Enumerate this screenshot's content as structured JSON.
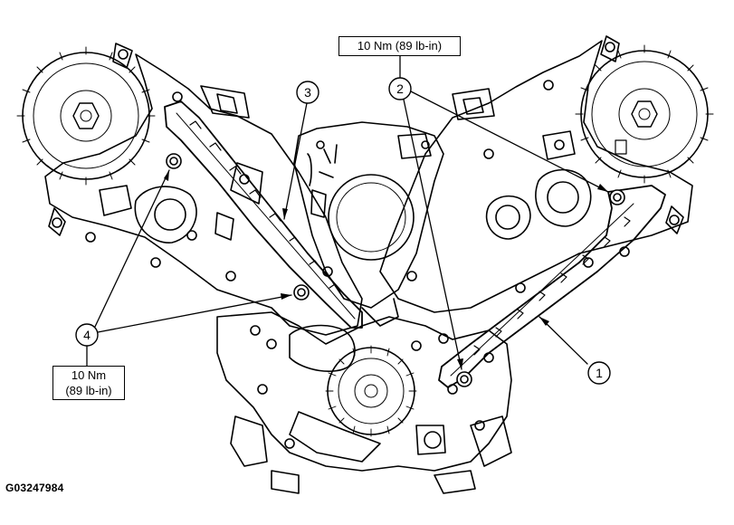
{
  "figure_id": "G03247984",
  "callouts": {
    "c1": "1",
    "c2": "2",
    "c3": "3",
    "c4": "4"
  },
  "torque_top": "10 Nm (89 lb-in)",
  "torque_left": {
    "line1": "10 Nm",
    "line2": "(89 lb-in)"
  }
}
